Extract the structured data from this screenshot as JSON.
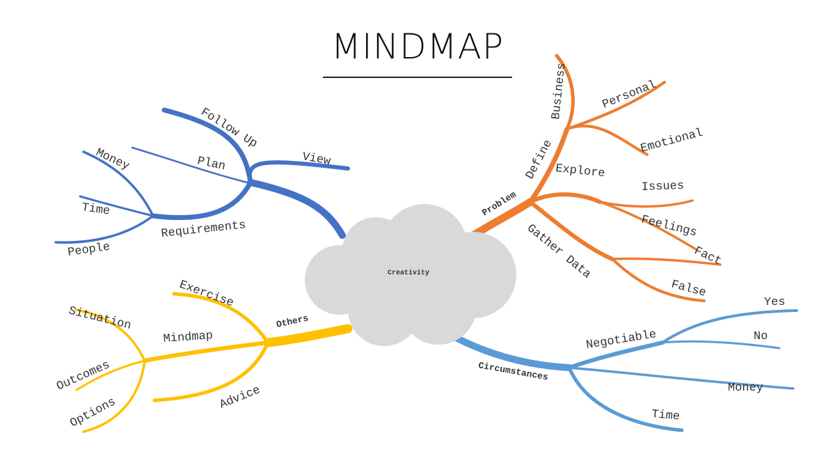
{
  "title": "MINDMAP",
  "center": "Creativity",
  "colors": {
    "blue": "#4472C4",
    "orange": "#ED7D31",
    "yellow": "#FFC000",
    "lightblue": "#5B9BD5",
    "cloud": "#D9D9D9"
  },
  "branches": {
    "top_left": {
      "follow_up": "Follow Up",
      "view": "View",
      "plan": "Plan",
      "money": "Money",
      "time": "Time",
      "requirements": "Requirements",
      "people": "People"
    },
    "top_right": {
      "problem": "Problem",
      "define": "Define",
      "business": "Business",
      "personal": "Personal",
      "emotional": "Emotional",
      "explore": "Explore",
      "issues": "Issues",
      "feelings": "Feelings",
      "fact": "Fact",
      "gather_data": "Gather Data",
      "false": "False"
    },
    "bottom_left": {
      "others": "Others",
      "exercise": "Exercise",
      "mindmap": "Mindmap",
      "situation": "Situation",
      "outcomes": "Outcomes",
      "options": "Options",
      "advice": "Advice"
    },
    "bottom_right": {
      "circumstances": "Circumstances",
      "negotiable": "Negotiable",
      "yes": "Yes",
      "no": "No",
      "money": "Money",
      "time": "Time"
    }
  }
}
